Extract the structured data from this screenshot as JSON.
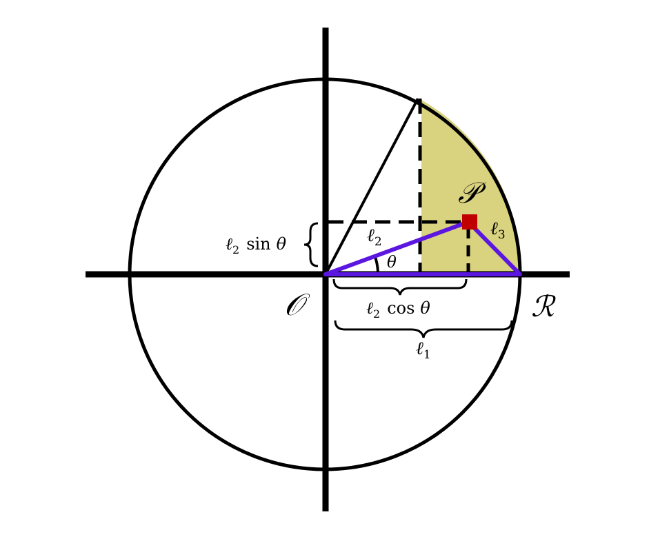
{
  "diagram": {
    "colors": {
      "stroke": "#000000",
      "shaded_region": "#d9d27f",
      "triangle": "#5b16e0",
      "point_marker": "#c00000",
      "background": "#ffffff"
    },
    "points": {
      "origin": "𝒪",
      "point_p": "𝒫",
      "point_r": "ℛ"
    },
    "labels": {
      "l2": {
        "base": "ℓ",
        "sub": "2"
      },
      "l3": {
        "base": "ℓ",
        "sub": "3"
      },
      "l1": {
        "base": "ℓ",
        "sub": "1"
      },
      "theta": "θ",
      "l2_sin": {
        "base": "ℓ",
        "sub": "2",
        "func": "sin",
        "var": "θ"
      },
      "l2_cos": {
        "base": "ℓ",
        "sub": "2",
        "func": "cos",
        "var": "θ"
      }
    }
  }
}
